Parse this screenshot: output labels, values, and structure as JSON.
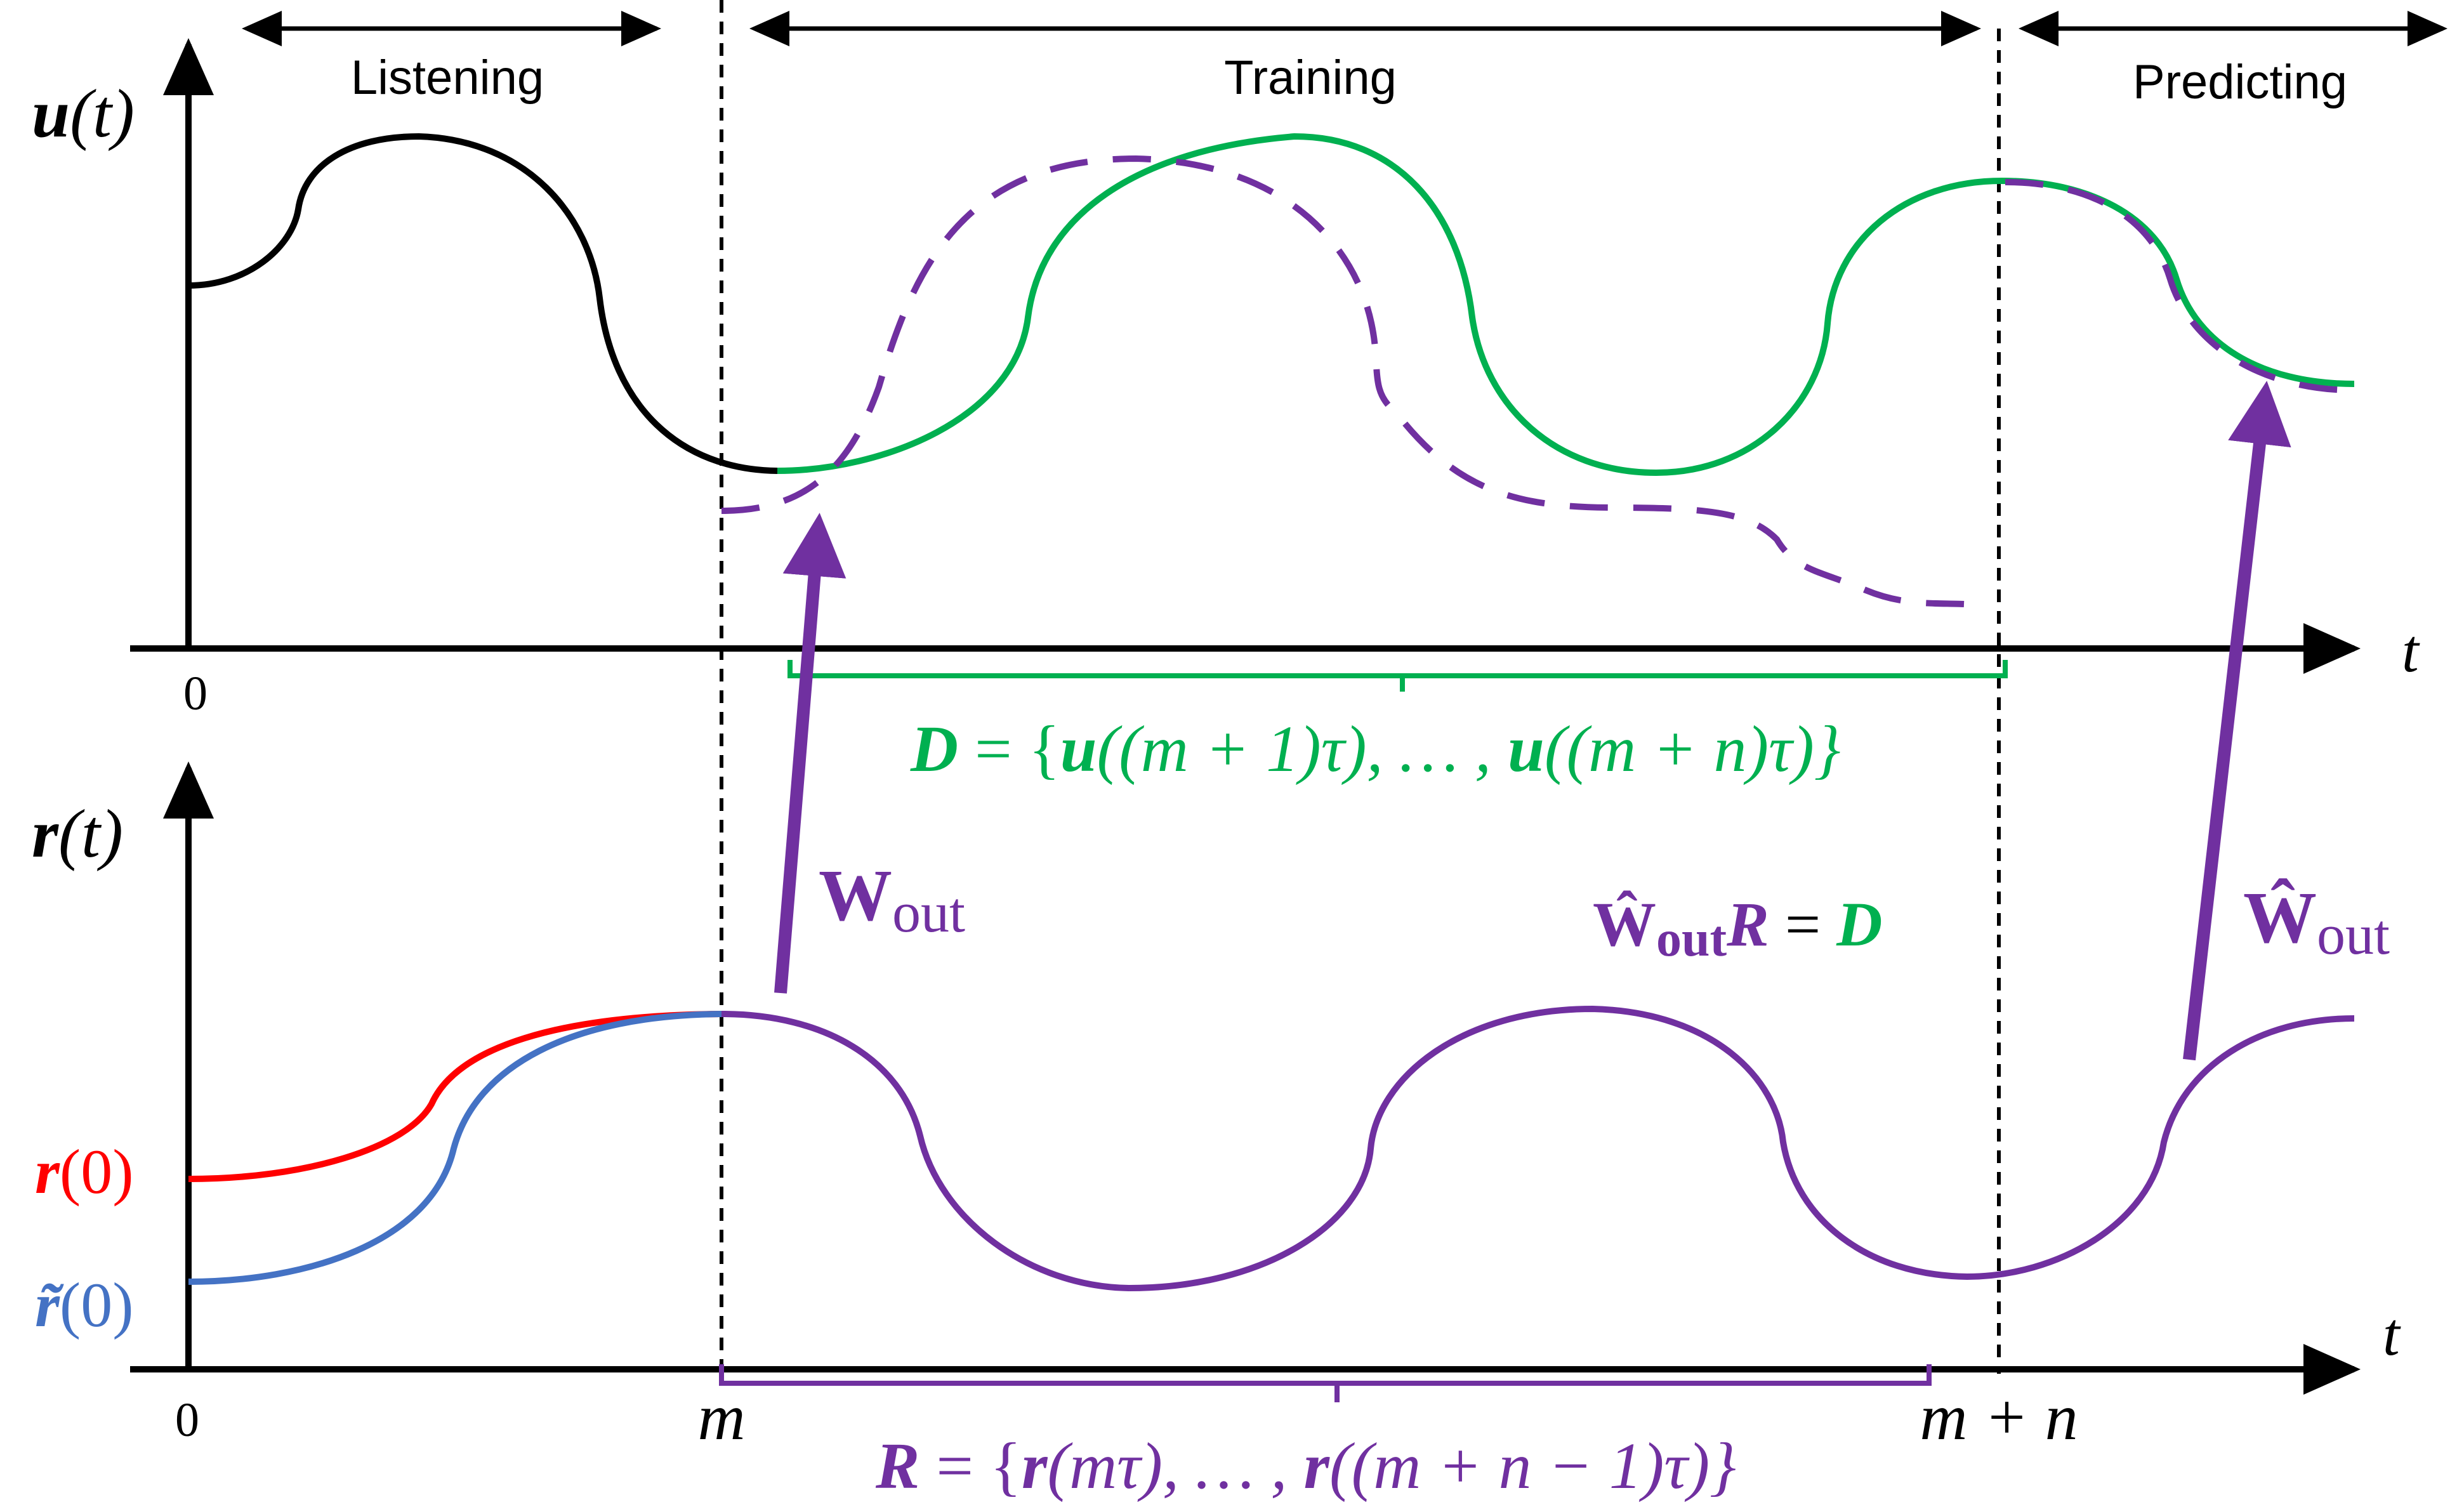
{
  "phases": {
    "listening": "Listening",
    "training": "Training",
    "predicting": "Predicting"
  },
  "axes": {
    "top_ylabel_sym": "u",
    "top_ylabel_arg": "(t)",
    "bottom_ylabel_sym": "r",
    "bottom_ylabel_arg": "(t)",
    "xlabel": "t",
    "origin": "0",
    "tick_m": "m",
    "tick_mn": "m + n"
  },
  "initial_conditions": {
    "r0_sym": "r",
    "r0_arg": "(0)",
    "rt0_sym": "r̃",
    "rt0_arg": "(0)"
  },
  "equations": {
    "d_lhs": "D",
    "d_rhs_1": " = {",
    "d_u1": "u",
    "d_rhs_2": "((m + 1)τ), … , ",
    "d_u2": "u",
    "d_rhs_3": "((m + n)τ)}",
    "r_lhs": "R",
    "r_rhs_1": " = {",
    "r_r1": "r",
    "r_rhs_2": "(mτ), … , ",
    "r_r2": "r",
    "r_rhs_3": "((m + n − 1)τ)}",
    "w_out_main": "W",
    "w_out_sub": "out",
    "w_hat_main": "Ŵ",
    "w_hat_sub": "out",
    "fit_w": "Ŵ",
    "fit_sub": "out",
    "fit_r": "R",
    "fit_eq": " = ",
    "fit_d": "D"
  },
  "colors": {
    "listening": "#000000",
    "training": "#00b050",
    "reservoir": "#7030a0",
    "r0": "#ff0000",
    "rt0": "#4472c4",
    "axis": "#000000"
  }
}
